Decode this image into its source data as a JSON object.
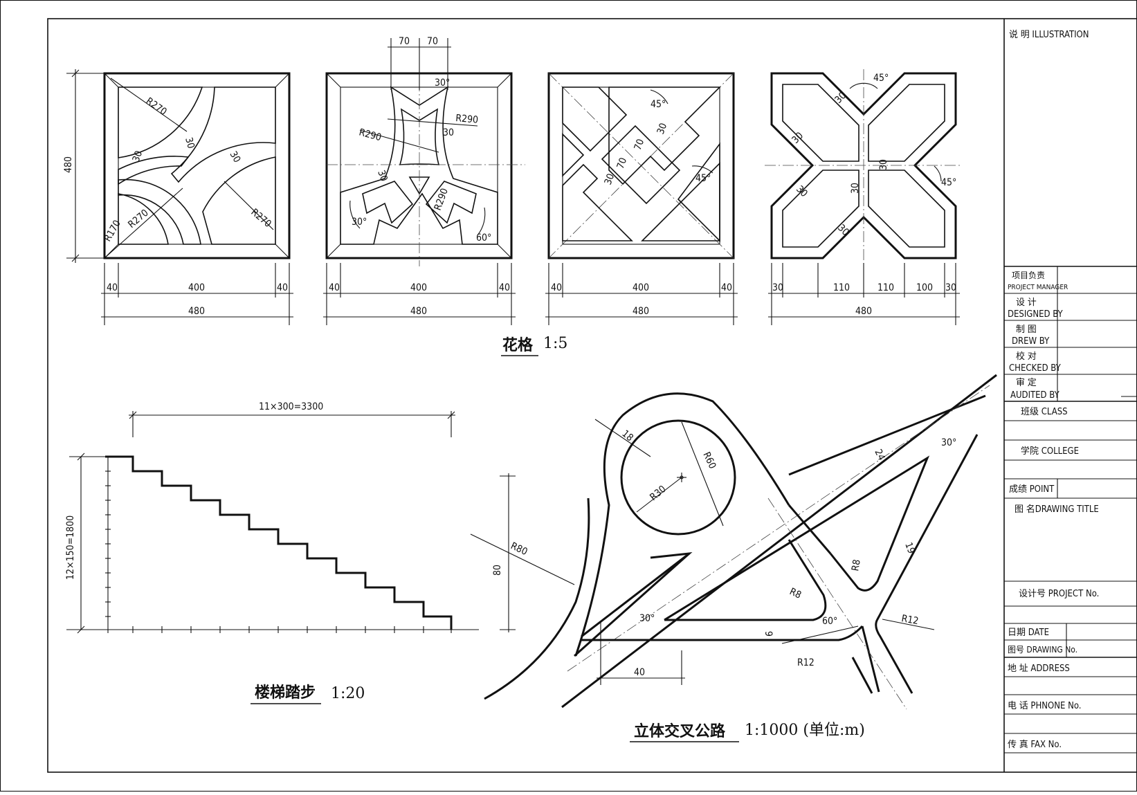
{
  "sheet": {
    "illustration_header": "说 明 ILLUSTRATION",
    "title_block": {
      "project_manager_cn": "项目负责",
      "project_manager_en": "PROJECT MANAGER",
      "designed_cn": "设 计",
      "designed_en": "DESIGNED BY",
      "drew_cn": "制 图",
      "drew_en": "DREW BY",
      "checked_cn": "校 对",
      "checked_en": "CHECKED BY",
      "audited_cn": "审 定",
      "audited_en": "AUDITED BY",
      "class": "班级   CLASS",
      "college": "学院   COLLEGE",
      "point": "成绩 POINT",
      "drawing_title": "图   名DRAWING TITLE",
      "project_no": "设计号  PROJECT No.",
      "date": "日期 DATE",
      "drawing_no": "图号 DRAWING No.",
      "address": "地  址 ADDRESS",
      "phone": "电  话 PHNONE No.",
      "fax": "传  真 FAX No."
    }
  },
  "lattice": {
    "caption_cn": "花格",
    "caption_scale": "1:5",
    "height_dim": "480",
    "panel1": {
      "bottom_dims": [
        "40",
        "400",
        "40"
      ],
      "overall": "480",
      "radii": [
        "R270",
        "R270",
        "R270",
        "R170"
      ],
      "widths": [
        "30",
        "30",
        "30"
      ]
    },
    "panel2": {
      "bottom_dims": [
        "40",
        "400",
        "40"
      ],
      "overall": "480",
      "top_dims": [
        "70",
        "70"
      ],
      "radii": [
        "R290",
        "R290",
        "R290"
      ],
      "angles": [
        "30°",
        "30°",
        "60°"
      ],
      "widths": [
        "30",
        "30"
      ]
    },
    "panel3": {
      "bottom_dims": [
        "40",
        "400",
        "40"
      ],
      "overall": "480",
      "angles": [
        "45°",
        "45°"
      ],
      "widths": [
        "70",
        "70",
        "30",
        "30"
      ]
    },
    "panel4": {
      "bottom_dims": [
        "30",
        "110",
        "110",
        "100",
        "30"
      ],
      "overall": "480",
      "angles": [
        "45°",
        "45°"
      ],
      "widths": [
        "30",
        "30",
        "30",
        "30",
        "30",
        "30"
      ]
    }
  },
  "stairs": {
    "caption_cn": "楼梯踏步",
    "caption_scale": "1:20",
    "horizontal_dim": "11×300=3300",
    "vertical_dim": "12×150=1800"
  },
  "interchange": {
    "caption_cn": "立体交叉公路",
    "caption_scale": "1:1000 (单位:m)",
    "labels": [
      "18",
      "R60",
      "R30",
      "R80",
      "80",
      "24",
      "30°",
      "R8",
      "R8",
      "60°",
      "30°",
      "9",
      "19",
      "R12",
      "R12",
      "40"
    ]
  }
}
